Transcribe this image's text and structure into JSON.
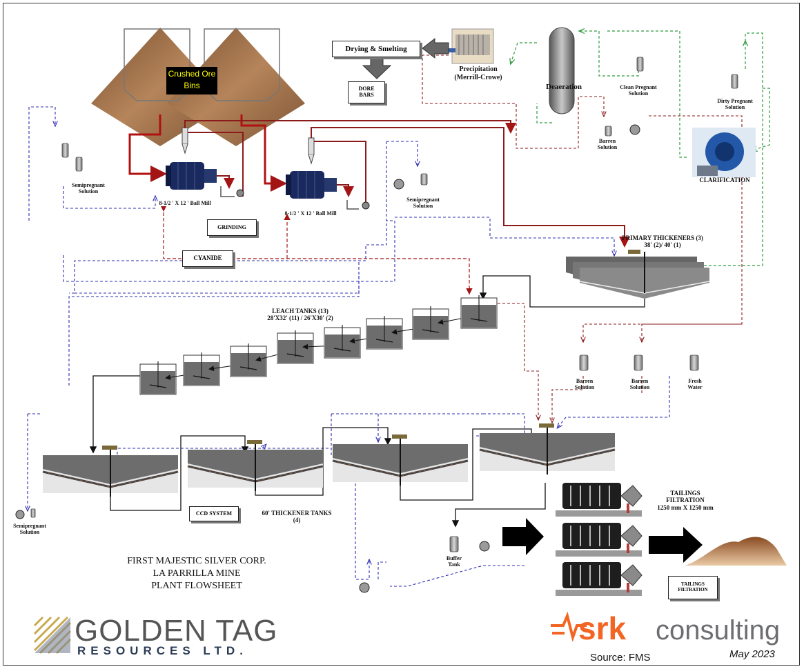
{
  "diagram": {
    "bins_label": "Crushed Ore\nBins",
    "boxes": {
      "drying": "Drying & Smelting",
      "dore": "DORE\nBARS",
      "grinding": "GRINDING",
      "cyanide": "CYANIDE",
      "ccd": "CCD SYSTEM",
      "tailings_box": "TAILINGS\nFILTRATION"
    },
    "labels": {
      "precipitation": "Precipitation\n(Merrill-Crowe)",
      "deaeration": "Deaeration",
      "clean_pregnant": "Clean Pregnant\nSolution",
      "dirty_pregnant": "Dirty Pregnant\nSolution",
      "barren_top": "Barren\nSolution",
      "clarification": "CLARIFICATION",
      "semipregnant_left": "Semipregnant\nSolution",
      "ball_mill_1": "8-1/2 ' X 12 ' Ball Mill",
      "ball_mill_2": "8-1/2 ' X 12 ' Ball Mill",
      "semipregnant_mid": "Semipregnant\nSolution",
      "primary_thickeners": "PRIMARY THICKENERS (3)\n38' (2)/ 40' (1)",
      "leach_tanks": "LEACH TANKS (13)\n28'X32' (11) /  26'X30' (2)",
      "barren_1": "Barren\nSolution",
      "barren_2": "Barren\nSolution",
      "fresh_water": "Fresh\nWater",
      "semipregnant_bottom": "Semipregnant\nSolution",
      "thickener_tanks": "60' THICKENER TANKS\n(4)",
      "buffer_tank": "Buffer\nTank",
      "tailings_filtration": "TAILINGS\nFILTRATION\n1250 mm X 1250 mm"
    },
    "title_lines": [
      "FIRST MAJESTIC SILVER CORP.",
      "LA PARRILLA MINE",
      "PLANT FLOWSHEET"
    ]
  },
  "logos": {
    "golden_tag_name": "GOLDEN TAG",
    "golden_tag_sub": "RESOURCES LTD.",
    "srk_word": "srk",
    "srk_consulting": "consulting"
  },
  "footer": {
    "source": "Source: FMS",
    "date": "May 2023"
  },
  "colors": {
    "slurry_red": "#a31515",
    "solution_blue": "#2c2cb4",
    "pregnant_green": "#2e9a3e",
    "barren_darkred": "#8b1a1a",
    "ore_brown": "#9a6a44",
    "srk_orange": "#f26522",
    "gt_gold": "#c9a94e"
  },
  "icons": [
    "hopper-icon",
    "ball-mill-icon",
    "pump-icon",
    "cyclone-icon",
    "filter-press-icon",
    "tank-icon",
    "thickener-icon",
    "solution-tank-icon",
    "flow-arrow-icon",
    "tailings-pile-icon"
  ]
}
